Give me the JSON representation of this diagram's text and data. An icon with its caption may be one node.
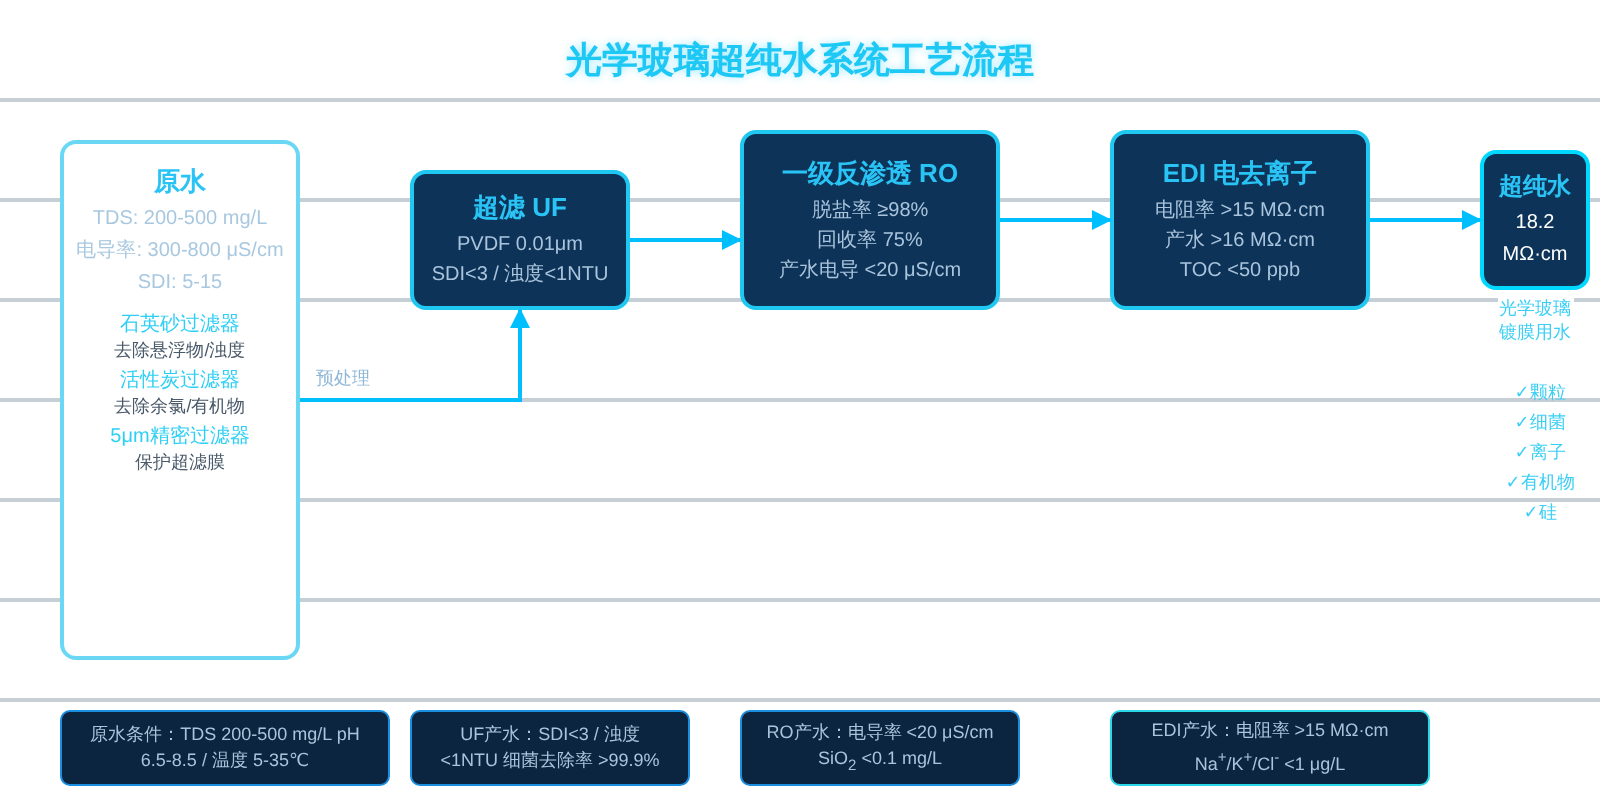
{
  "diagram": {
    "title": "光学玻璃超纯水系统工艺流程",
    "nodes": [
      {
        "text": [
          "原水",
          "TDS: 200-500 mg/L",
          "电导率: 300-800 μS/cm",
          "SDI: 5-15",
          "石英砂过滤器",
          "去除悬浮物/浊度",
          "活性炭过滤器",
          "去除余氯/有机物",
          "5μm精密过滤器",
          "保护超滤膜"
        ]
      },
      {
        "text": [
          "超滤 UF",
          "PVDF 0.01μm",
          "SDI<3 / 浊度<1NTU"
        ]
      },
      {
        "text": [
          "一级反渗透 RO",
          "脱盐率 ≥98%",
          "回收率 75%",
          "产水电导 <20 μS/cm"
        ]
      },
      {
        "text": [
          "EDI 电去离子",
          "电阻率 >15 MΩ·cm",
          "产水 >16 MΩ·cm",
          "TOC <50 ppb"
        ]
      },
      {
        "text": [
          "超纯水",
          "18.2 MΩ·cm"
        ],
        "beside": [
          "光学玻璃镀膜用水"
        ]
      },
      {
        "text": [
          "原水条件：TDS 200-500 mg/L pH 6.5-8.5 / 温度 5-35℃"
        ]
      },
      {
        "text": [
          "UF产水：SDI<3 / 浊度<1NTU 细菌去除率 >99.9%"
        ]
      },
      {
        "text": [
          "RO产水：电导率 <20 μS/cm SiO$_{2}$ <0.1 mg/L"
        ]
      },
      {
        "text": [
          "EDI产水：电阻率 >15 MΩ·cm Na$^{+}$/K$^{+}$/Cl$^{-}$ <1 μg/L"
        ]
      }
    ],
    "edges": [
      {
        "from": 0,
        "to": 1,
        "arrow": "to",
        "label": "预处理"
      },
      {
        "from": 1,
        "to": 2,
        "arrow": "to"
      },
      {
        "from": 2,
        "to": 3,
        "arrow": "to"
      },
      {
        "from": 3,
        "to": 4,
        "arrow": "to"
      }
    ],
    "labels": [
      "✓颗粒",
      "✓细菌",
      "✓离子",
      "✓有机物",
      "✓硅"
    ]
  }
}
